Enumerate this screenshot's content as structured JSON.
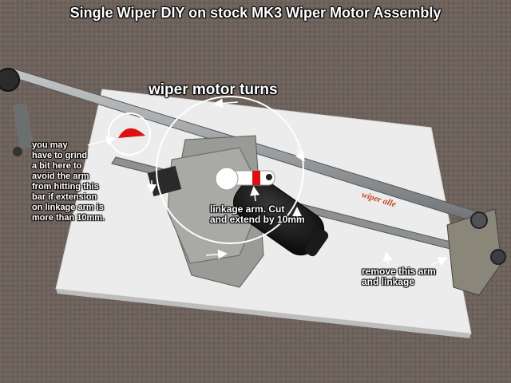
{
  "title": "Single Wiper DIY on stock MK3 Wiper Motor Assembly",
  "labels": {
    "motor_turns": "wiper motor turns",
    "grind_note": "you may\nhave to grind\na bit here to\navoid the arm\nfrom hitting this\nbar if extension\non linkage arm is\nmore than 10mm.",
    "linkage_note": "linkage arm. Cut\nand extend by 10mm",
    "remove_note": "remove this arm\nand linkage",
    "brand": "wiper alle"
  },
  "colors": {
    "carpet": "#6e625c",
    "foam": "#ececec",
    "bar": "#9fa3a6",
    "motor": "#1c1c1c",
    "highlight_red": "#e01010",
    "annotation": "#ffffff"
  }
}
